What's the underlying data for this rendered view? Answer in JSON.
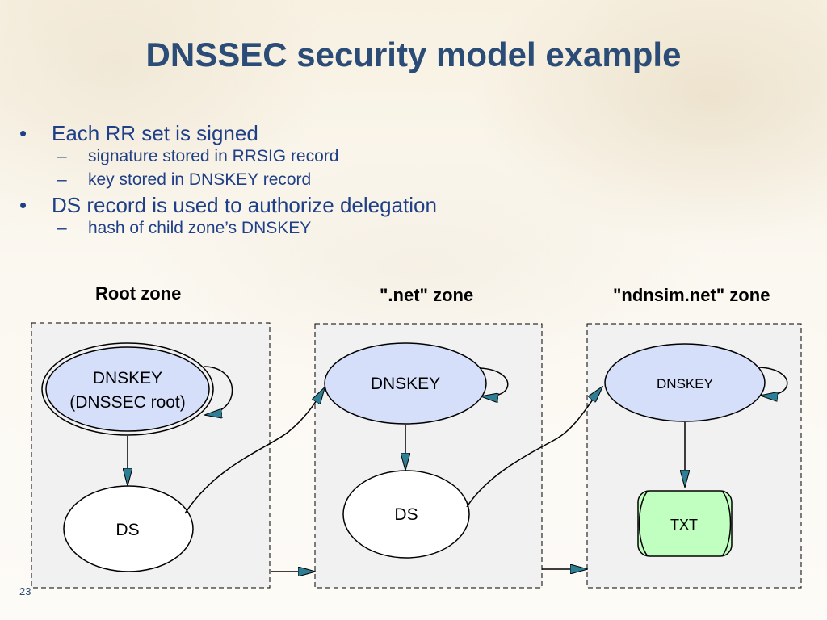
{
  "slide": {
    "title": "DNSSEC security model example",
    "page_number": "23"
  },
  "bullets": [
    {
      "text": "Each RR set is signed",
      "subs": [
        "signature stored in RRSIG record",
        "key stored in DNSKEY record"
      ]
    },
    {
      "text": "DS record is used to authorize delegation",
      "subs": [
        "hash of child zone’s DNSKEY"
      ]
    }
  ],
  "zones": [
    {
      "label": "Root zone",
      "key_line1": "DNSKEY",
      "key_line2": "(DNSSEC root)",
      "child": "DS"
    },
    {
      "label": "\".net\" zone",
      "key_line1": "DNSKEY",
      "child": "DS"
    },
    {
      "label": "\"ndnsim.net\" zone",
      "key_line1": "DNSKEY",
      "child": "TXT"
    }
  ],
  "colors": {
    "title": "#2b4c76",
    "bullet_text": "#1f3f87",
    "zone_fill": "#f1f1f1",
    "dnskey_fill": "#d5dff9",
    "ds_fill": "#ffffff",
    "txt_fill": "#c0ffc0",
    "arrowhead": "#2e7f95"
  },
  "bullet_glyph": "•",
  "dash_glyph": "–"
}
